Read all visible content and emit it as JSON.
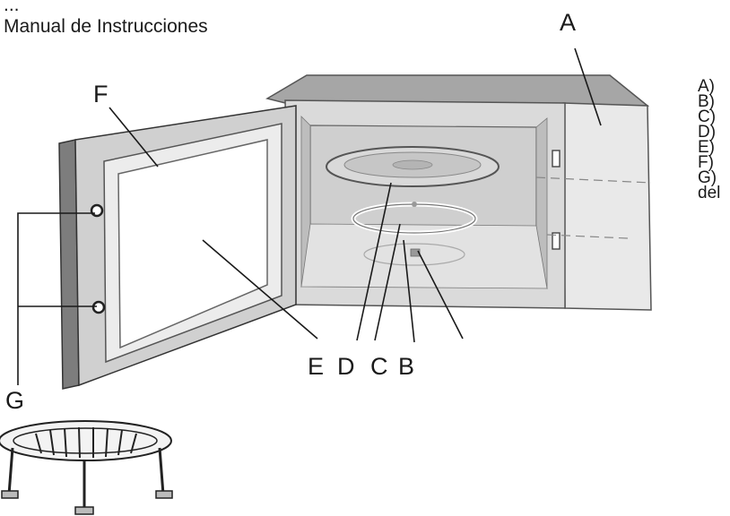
{
  "header": {
    "line1": "...",
    "line2": "Manual de Instrucciones"
  },
  "labels": {
    "A": "A",
    "B": "B",
    "C": "C",
    "D": "D",
    "E": "E",
    "F": "F",
    "G": "G"
  },
  "legend": {
    "items": [
      "A)",
      "B)",
      "C)",
      "D)",
      "E)",
      "F)",
      "G)",
      "del"
    ]
  }
}
